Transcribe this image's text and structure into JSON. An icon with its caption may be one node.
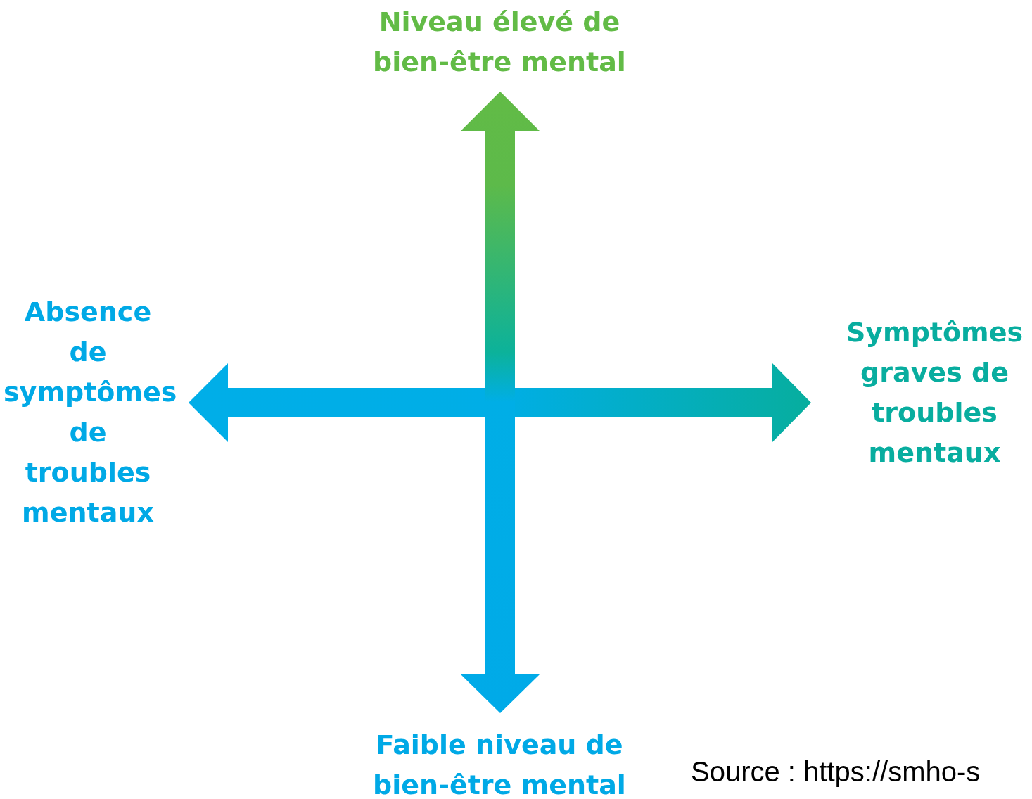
{
  "diagram": {
    "labels": [
      "Niveau élevé de bien-être mental",
      "Absence de symptômes de troubles mentaux",
      "Symptômes graves de troubles mentaux",
      "Faible niveau de bien-être mental",
      "Source : https://smho-s"
    ]
  }
}
